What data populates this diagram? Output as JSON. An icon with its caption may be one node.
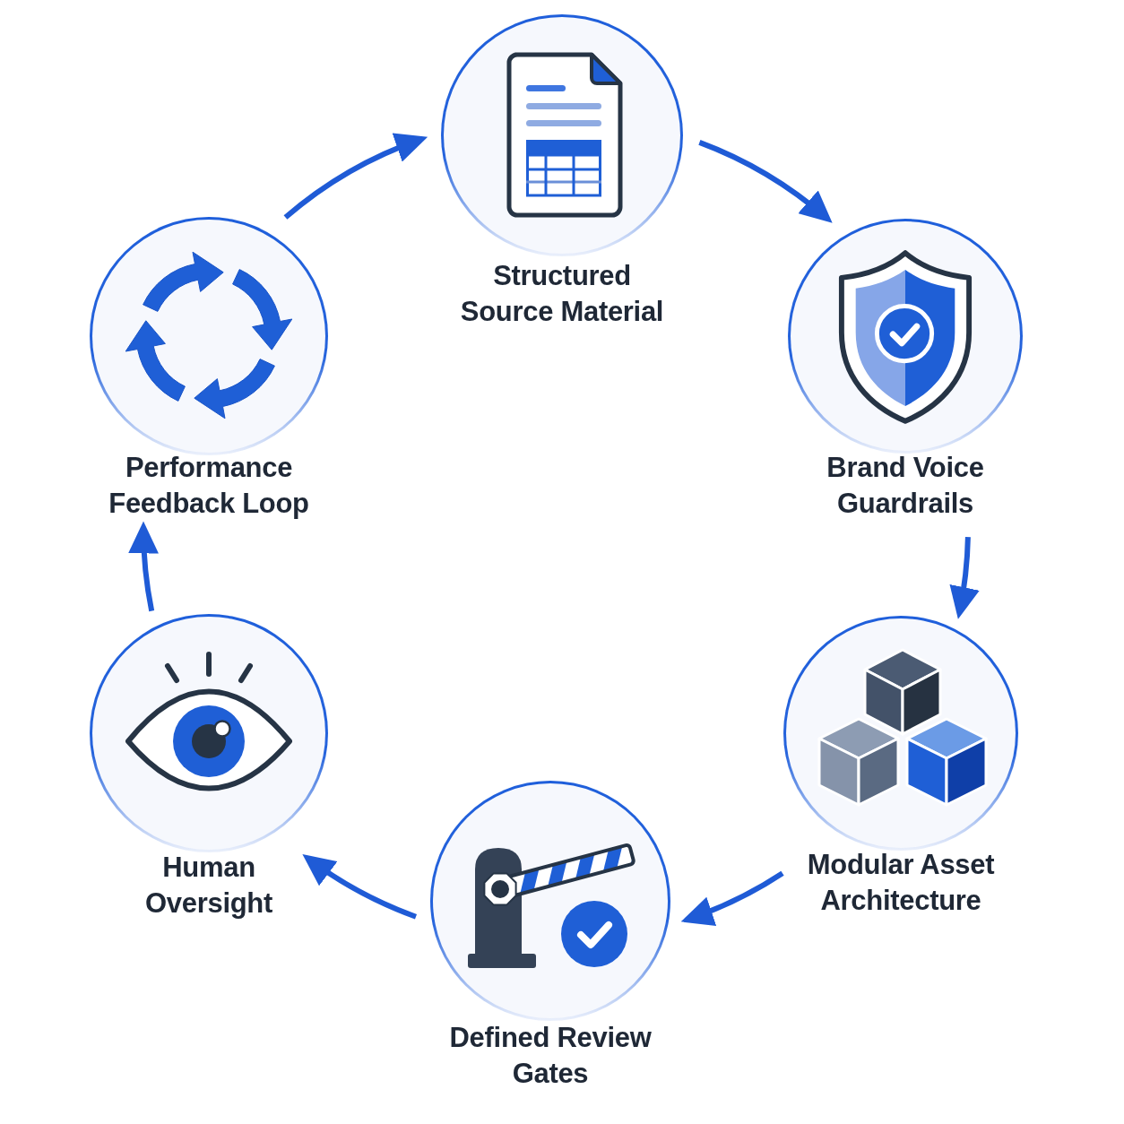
{
  "diagram": {
    "nodes": [
      {
        "text": [
          "Structured Source Material"
        ]
      },
      {
        "text": [
          "Brand Voice Guardrails"
        ]
      },
      {
        "text": [
          "Modular Asset Architecture"
        ]
      },
      {
        "text": [
          "Defined Review Gates"
        ]
      },
      {
        "text": [
          "Human Oversight"
        ]
      },
      {
        "text": [
          "Performance Feedback Loop"
        ]
      }
    ],
    "edges": [
      {
        "from": 0,
        "to": 1,
        "arrow": "to"
      },
      {
        "from": 1,
        "to": 2,
        "arrow": "to"
      },
      {
        "from": 2,
        "to": 3,
        "arrow": "to"
      },
      {
        "from": 3,
        "to": 4,
        "arrow": "to"
      },
      {
        "from": 4,
        "to": 5,
        "arrow": "to"
      },
      {
        "from": 5,
        "to": 0,
        "arrow": "to"
      }
    ]
  }
}
